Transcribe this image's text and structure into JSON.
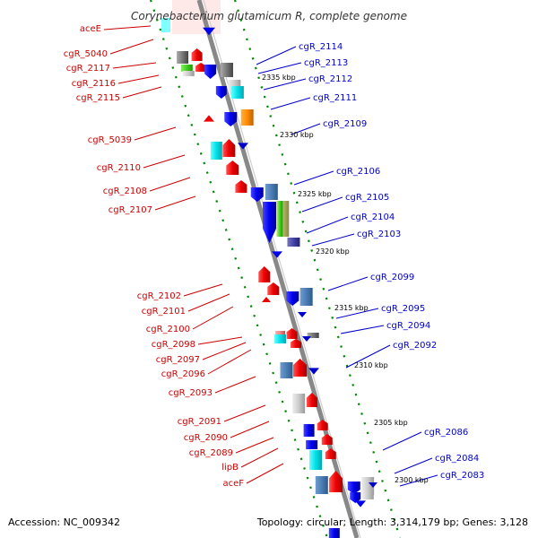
{
  "title": "Corynebacterium glutamicum R, complete genome",
  "accession": "Accession: NC_009342",
  "summary": "Topology: circular; Length: 3,314,179 bp; Genes: 3,128",
  "colors": {
    "forward_label": "#cc0000",
    "reverse_label": "#0000cc",
    "backbone": "#888888",
    "ruler_ticks": "#008800"
  },
  "scale_labels": [
    "2335 kbp",
    "2330 kbp",
    "2325 kbp",
    "2320 kbp",
    "2315 kbp",
    "2310 kbp",
    "2305 kbp",
    "2300 kbp"
  ],
  "genes_forward": [
    "aceE",
    "cgR_5040",
    "cgR_2117",
    "cgR_2116",
    "cgR_2115",
    "cgR_5039",
    "cgR_2110",
    "cgR_2108",
    "cgR_2107",
    "cgR_2102",
    "cgR_2101",
    "cgR_2100",
    "cgR_2098",
    "cgR_2097",
    "cgR_2096",
    "cgR_2093",
    "cgR_2091",
    "cgR_2090",
    "cgR_2089",
    "lipB",
    "aceF"
  ],
  "genes_reverse": [
    "cgR_2114",
    "cgR_2113",
    "cgR_2112",
    "cgR_2111",
    "cgR_2109",
    "cgR_2106",
    "cgR_2105",
    "cgR_2104",
    "cgR_2103",
    "cgR_2099",
    "cgR_2095",
    "cgR_2094",
    "cgR_2092",
    "cgR_2086",
    "cgR_2084",
    "cgR_2083"
  ]
}
